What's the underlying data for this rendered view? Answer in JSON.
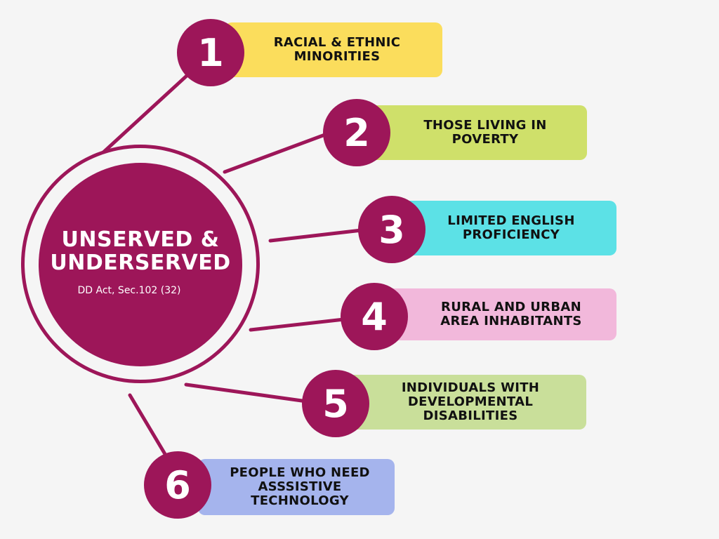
{
  "hub": {
    "title": "UNSERVED & UNDERSERVED",
    "subtitle": "DD Act, Sec.102 (32)"
  },
  "colors": {
    "accent": "#9d1659",
    "background": "#f5f5f5",
    "item_1": "#fbdd5c",
    "item_2": "#cfe06a",
    "item_3": "#5ce1e6",
    "item_4": "#f2b8db",
    "item_5": "#c9df9a",
    "item_6": "#a5b4ed"
  },
  "items": [
    {
      "number": "1",
      "label": "RACIAL & ETHNIC\nMINORITIES"
    },
    {
      "number": "2",
      "label": "THOSE LIVING IN\nPOVERTY"
    },
    {
      "number": "3",
      "label": "LIMITED ENGLISH\nPROFICIENCY"
    },
    {
      "number": "4",
      "label": "RURAL AND URBAN\nAREA INHABITANTS"
    },
    {
      "number": "5",
      "label": "INDIVIDUALS WITH\nDEVELOPMENTAL\nDISABILITIES"
    },
    {
      "number": "6",
      "label": "PEOPLE WHO NEED\nASSSISTIVE\nTECHNOLOGY"
    }
  ]
}
